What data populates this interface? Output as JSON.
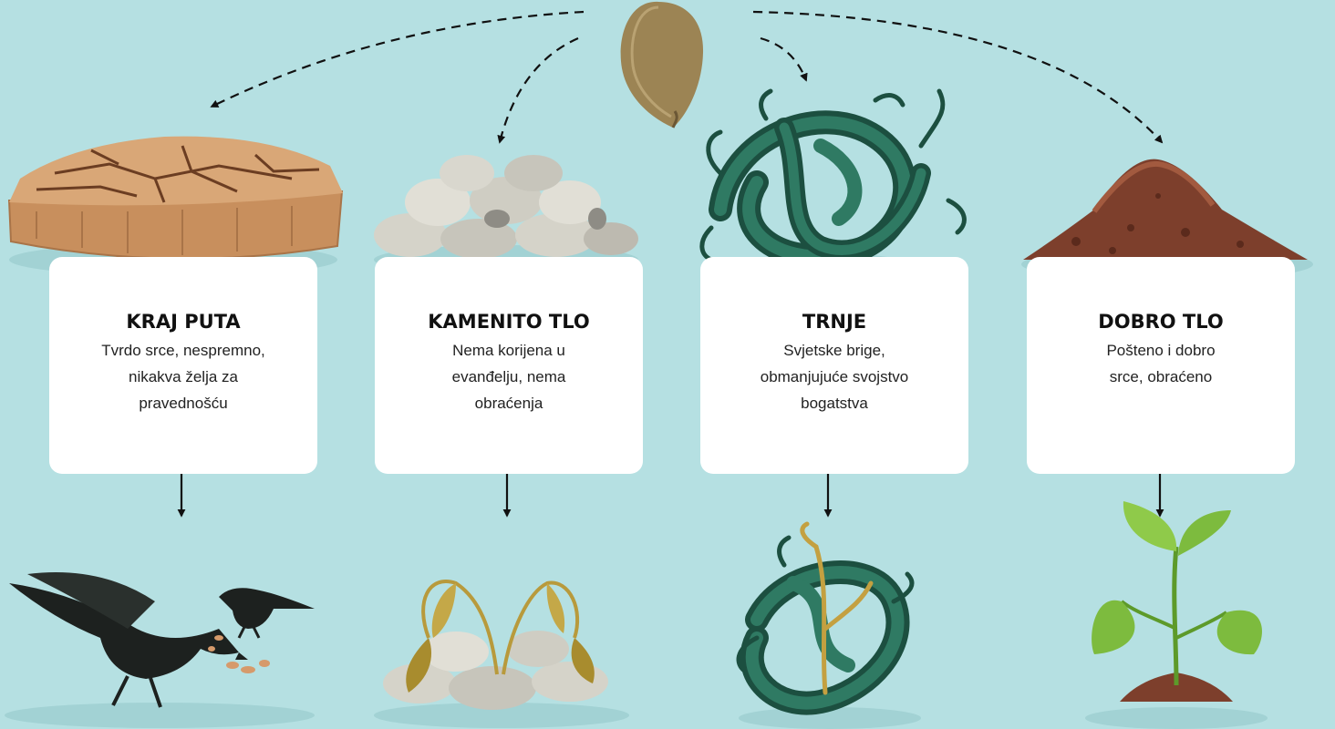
{
  "colors": {
    "background": "#b5e0e2",
    "card": "#ffffff",
    "seed": "#9c8454",
    "wayside": "#d9a777",
    "rocks": "#d5d3c9",
    "thorns": "#23614f",
    "soil": "#7d3f2c",
    "sprout": "#7dbb3e",
    "crow": "#1d211f"
  },
  "seed": {
    "icon": "seed-icon"
  },
  "soils": [
    {
      "title": "KRAJ PUTA",
      "description": "Tvrdo srce, nespremno, nikakva želja za pravednošću",
      "top_icon": "cracked-path-icon",
      "bottom_icon": "crows-icon"
    },
    {
      "title": "KAMENITO TLO",
      "description": "Nema korijena u evanđelju, nema obraćenja",
      "top_icon": "stones-icon",
      "bottom_icon": "withered-plant-icon"
    },
    {
      "title": "TRNJE",
      "description": "Svjetske brige, obmanjujuće svojstvo bogatstva",
      "top_icon": "thorns-icon",
      "bottom_icon": "choked-plant-icon"
    },
    {
      "title": "DOBRO TLO",
      "description": "Pošteno i dobro srce, obraćeno",
      "top_icon": "soil-mound-icon",
      "bottom_icon": "sprout-icon"
    }
  ]
}
